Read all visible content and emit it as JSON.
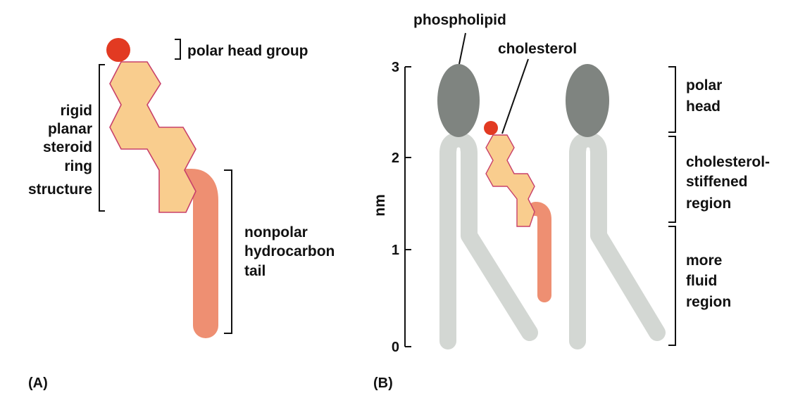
{
  "panel_a": {
    "panel_label": "(A)",
    "polar_head_label": "polar head group",
    "ring_label_lines": [
      "rigid",
      "planar",
      "steroid",
      "ring",
      "structure"
    ],
    "tail_label_lines": [
      "nonpolar",
      "hydrocarbon",
      "tail"
    ]
  },
  "panel_b": {
    "panel_label": "(B)",
    "phospholipid_label": "phospholipid",
    "cholesterol_label": "cholesterol",
    "axis_unit": "nm",
    "axis_ticks": [
      "0",
      "1",
      "2",
      "3"
    ],
    "region_polar_lines": [
      "polar",
      "head"
    ],
    "region_stiff_lines": [
      "cholesterol-",
      "stiffened",
      "region"
    ],
    "region_fluid_lines": [
      "more",
      "fluid",
      "region"
    ]
  },
  "colors": {
    "head_red": "#e23a22",
    "ring_fill": "#f9cd8e",
    "ring_stroke": "#c8406a",
    "tail_salmon": "#ee8f72",
    "phospholipid_head": "#7f8480",
    "phospholipid_tail": "#d3d7d3"
  }
}
